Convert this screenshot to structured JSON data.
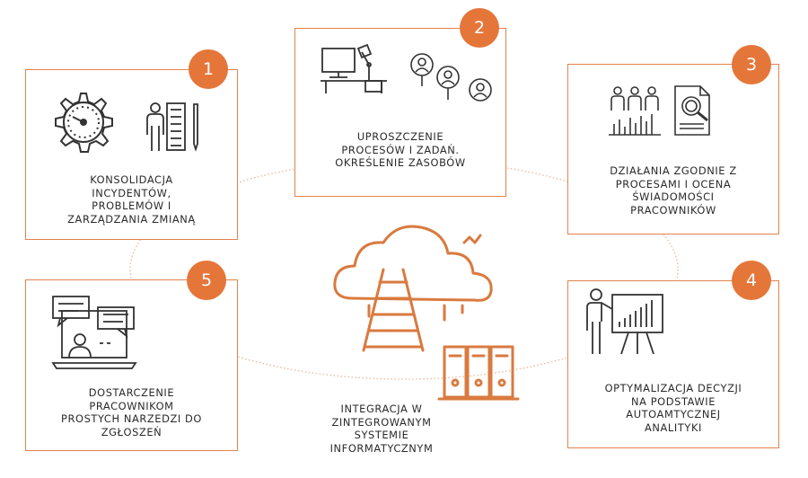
{
  "steps": [
    {
      "number": "1",
      "label": "KONSOLIDACJA\nINCYDENTÓW,\nPROBLEMÓW I\nZARZĄDZANIA ZMIANĄ"
    },
    {
      "number": "2",
      "label": "UPROSZCZENIE\nPROCESÓW I ZADAŃ.\nOKREŚLENIE ZASOBÓW"
    },
    {
      "number": "3",
      "label": "DZIAŁANIA ZGODNIE Z\nPROCESAMI I OCENA\nŚWIADOMOŚCI\nPRACOWNIKÓW"
    },
    {
      "number": "4",
      "label": "OPTYMALIZACJA DECYZJI\nNA PODSTAWIE\nAUTOAMTYCZNEJ\nANALITYKI"
    },
    {
      "number": "5",
      "label": "DOSTARCZENIE\nPRACOWNIKOM\nPROSTYCH NARZEDZI DO\nZGŁOSZEŃ"
    }
  ],
  "center": {
    "label": "INTEGRACJA W\nZINTEGROWANYM\nSYSTEMIE\nINFORMATYCZNYM"
  },
  "colors": {
    "accent": "#e5763a",
    "border": "#e2824d",
    "icon": "#333333",
    "ring": "#e9b89a"
  }
}
